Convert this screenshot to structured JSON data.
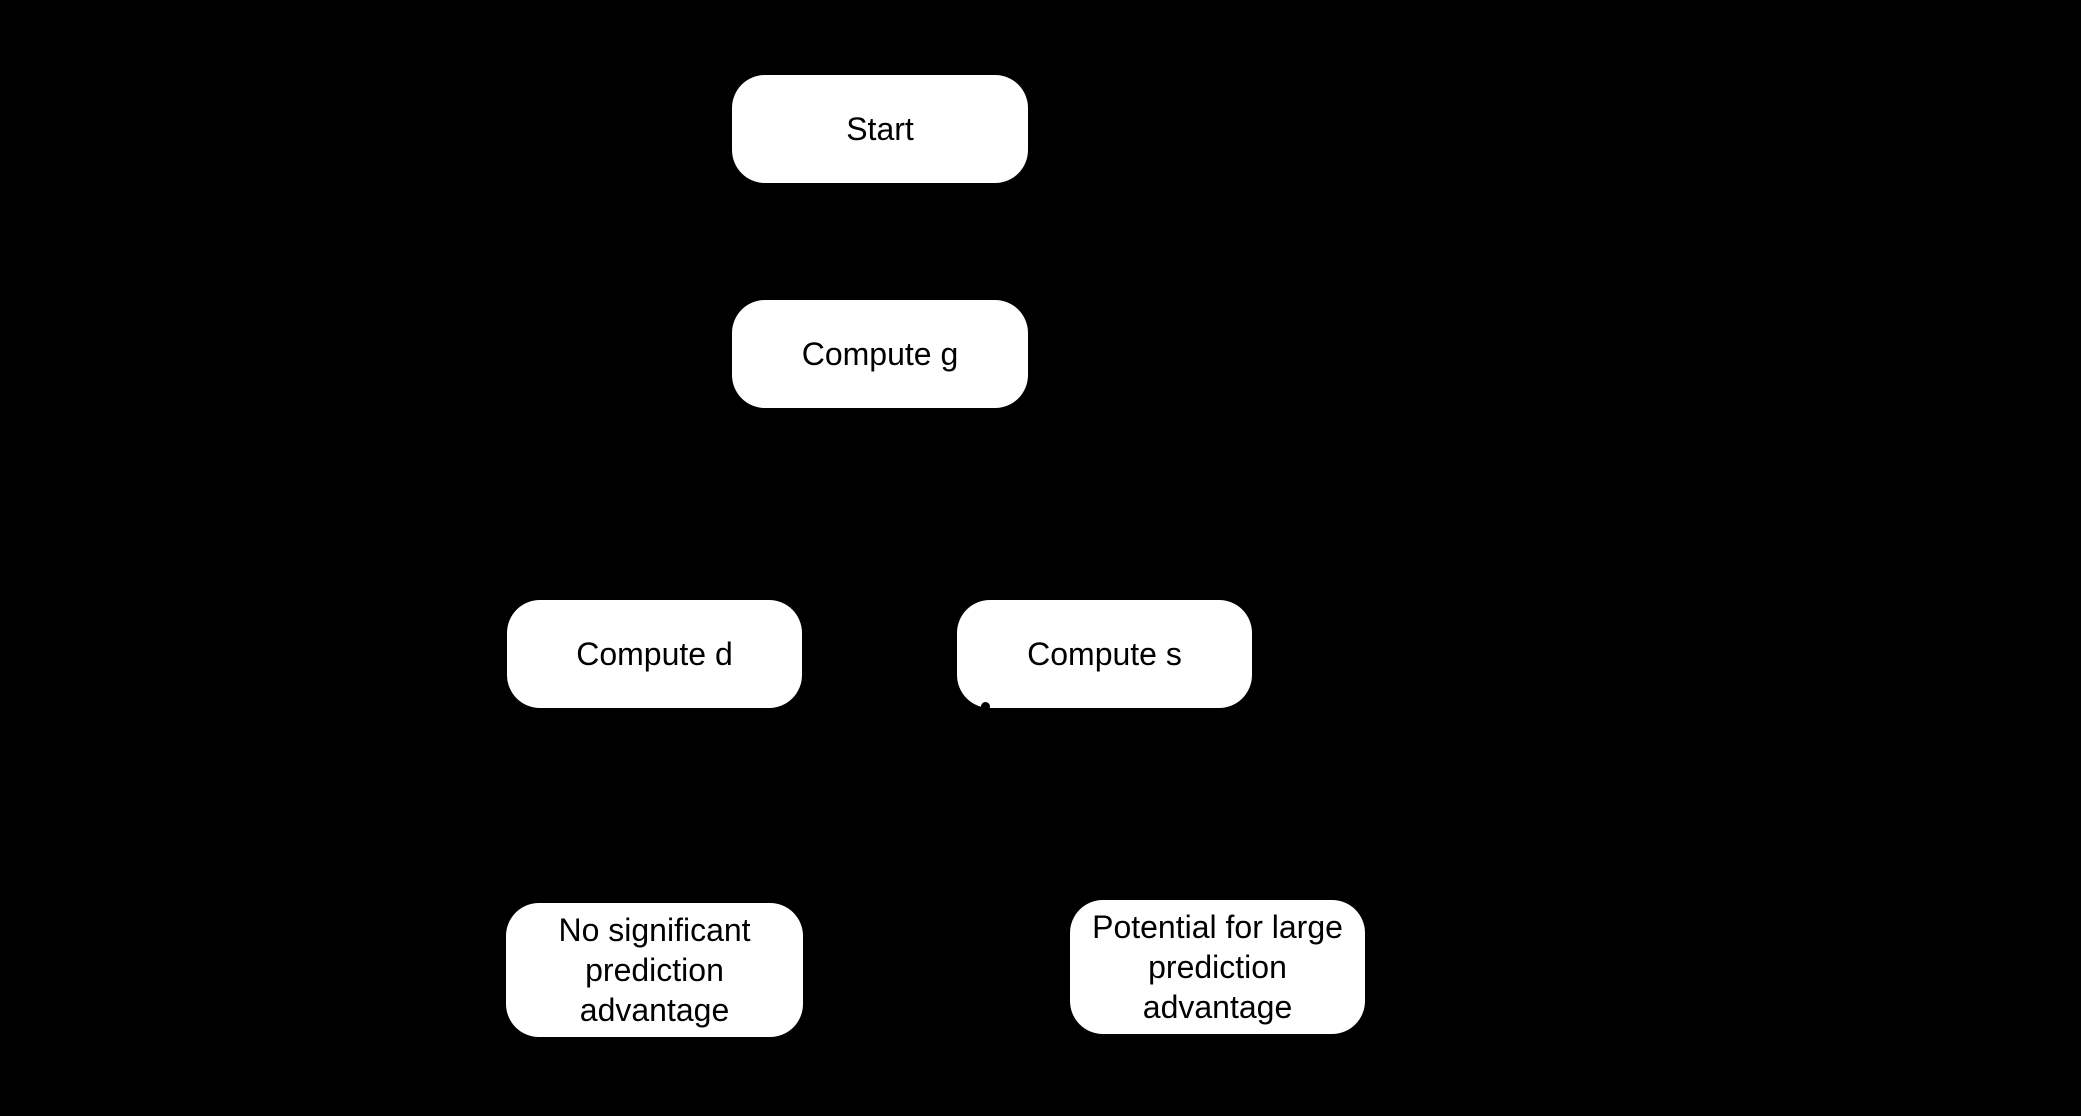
{
  "canvas": {
    "background_color": "#000000",
    "node_fill_color": "#ffffff",
    "node_text_color": "#000000"
  },
  "flowchart": {
    "type": "flowchart",
    "nodes": [
      {
        "id": "start",
        "label": "Start"
      },
      {
        "id": "compute-g",
        "label": "Compute g"
      },
      {
        "id": "compute-d",
        "label": "Compute d"
      },
      {
        "id": "compute-s",
        "label": "Compute s"
      },
      {
        "id": "no-prediction-advantage",
        "label": "No significant prediction advantage"
      },
      {
        "id": "large-prediction-advantage",
        "label": "Potential for large prediction advantage"
      }
    ]
  }
}
